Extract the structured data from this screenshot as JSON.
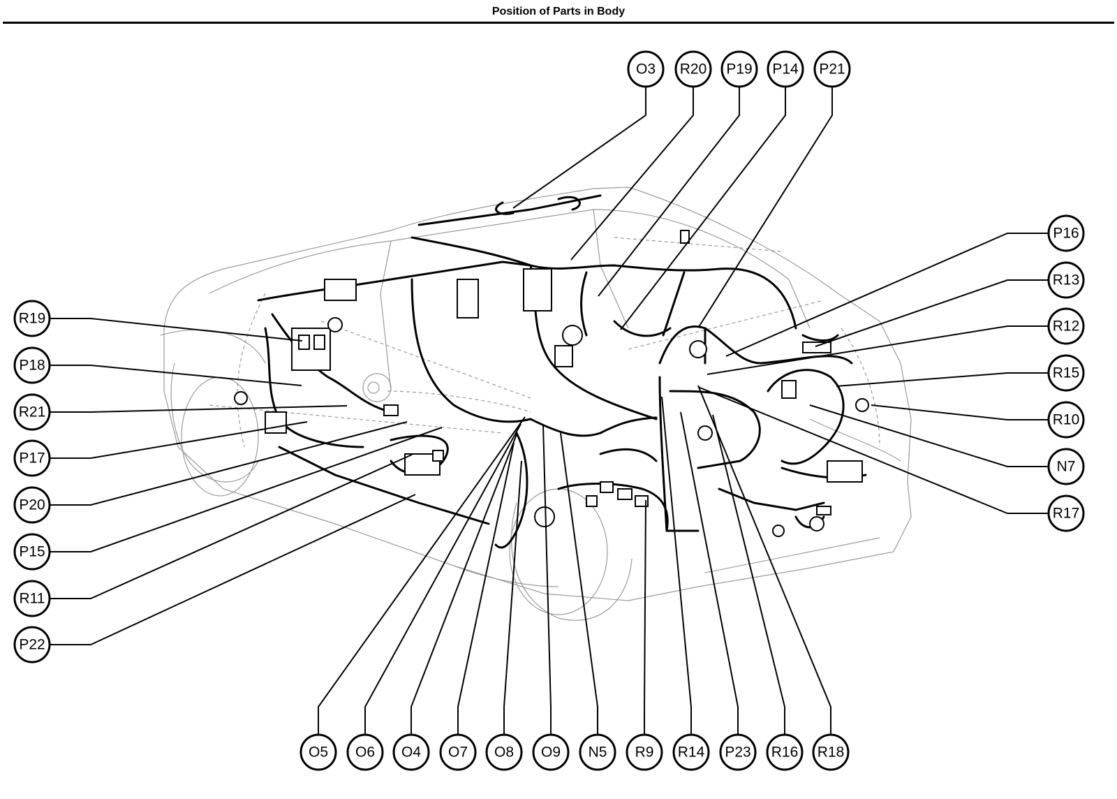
{
  "header": {
    "title": "Position of Parts in Body"
  },
  "callouts": {
    "top": [
      "O3",
      "R20",
      "P19",
      "P14",
      "P21"
    ],
    "left": [
      "R19",
      "P18",
      "R21",
      "P17",
      "P20",
      "P15",
      "R11",
      "P22"
    ],
    "right": [
      "P16",
      "R13",
      "R12",
      "R15",
      "R10",
      "N7",
      "R17"
    ],
    "bottom": [
      "O5",
      "O6",
      "O4",
      "O7",
      "O8",
      "O9",
      "N5",
      "R9",
      "R14",
      "P23",
      "R16",
      "R18"
    ]
  },
  "colors": {
    "line": "#000000",
    "body_outline": "#9a9a9a",
    "background": "#ffffff"
  }
}
